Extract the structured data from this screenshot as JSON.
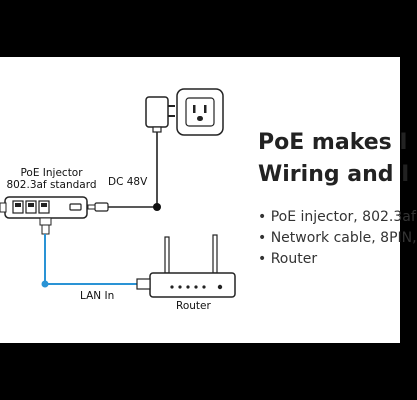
{
  "diagram": {
    "injector_title": "PoE Injector",
    "injector_standard": "802.3af standard",
    "dc_label": "DC 48V",
    "lan_label": "LAN In",
    "router_label": "Router",
    "cable_color": "#2a93d5"
  },
  "headline": {
    "line1": "PoE makes I",
    "line2": "Wiring and I"
  },
  "bullets": [
    "• PoE injector, 802.3af",
    "• Network cable, 8PIN,",
    "• Router"
  ]
}
